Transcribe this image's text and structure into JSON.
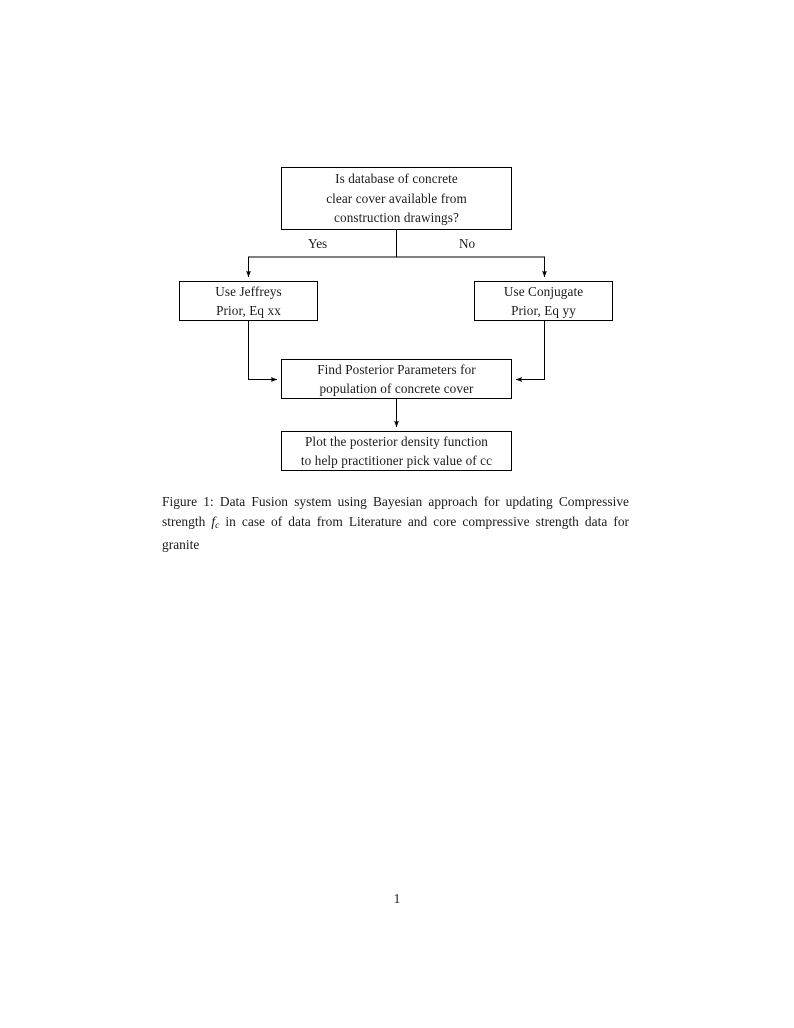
{
  "document": {
    "page_number": "1",
    "background_color": "#ffffff",
    "text_color": "#1a1a1a",
    "stroke_color": "#000000"
  },
  "figure": {
    "nodes": [
      {
        "id": "question",
        "name": "decision-node-database-available",
        "lines": [
          "Is database of concrete",
          "clear cover available from",
          "construction drawings?"
        ]
      },
      {
        "id": "jeffreys",
        "name": "process-node-jeffreys-prior",
        "lines": [
          "Use Jeffreys",
          "Prior, Eq xx"
        ]
      },
      {
        "id": "conjugate",
        "name": "process-node-conjugate-prior",
        "lines": [
          "Use Conjugate",
          "Prior, Eq yy"
        ]
      },
      {
        "id": "posterior",
        "name": "process-node-find-posterior-parameters",
        "lines": [
          "Find Posterior Parameters for",
          "population of concrete cover"
        ]
      },
      {
        "id": "plot",
        "name": "process-node-plot-posterior-density",
        "lines": [
          "Plot the posterior density function",
          "to help practitioner pick value of cc"
        ]
      }
    ],
    "branch_labels": {
      "yes": "Yes",
      "no": "No"
    }
  },
  "caption": {
    "label": "Figure 1:",
    "text_before_math": " Data Fusion system using Bayesian approach for updating Compressive strength ",
    "math_base": "f",
    "math_sub": "c",
    "text_after_math": " in case of data from Literature and core compressive strength data for granite"
  }
}
